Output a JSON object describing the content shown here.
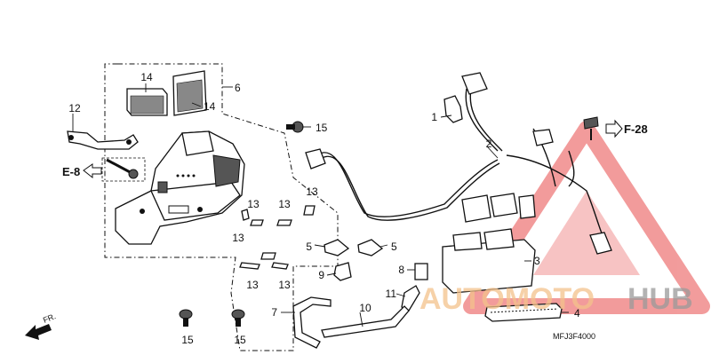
{
  "callouts": {
    "c1": "1",
    "c2": "2",
    "c3": "3",
    "c4": "4",
    "c5a": "5",
    "c5b": "5",
    "c6": "6",
    "c7": "7",
    "c8": "8",
    "c9": "9",
    "c10": "10",
    "c11": "11",
    "c12": "12",
    "c13a": "13",
    "c13b": "13",
    "c13c": "13",
    "c13d": "13",
    "c13e": "13",
    "c13f": "13",
    "c14a": "14",
    "c14b": "14",
    "c15a": "15",
    "c15b": "15",
    "c15c": "15"
  },
  "references": {
    "e8": "E-8",
    "f28": "F-28",
    "fr": "FR."
  },
  "diagram_code": "MFJ3F4000",
  "watermark": {
    "part1": "AUTOMOTO",
    "part2": "HUB",
    "color1": "#f4c28c",
    "color2": "#9a9a9a",
    "triangle_color": "#e84a4a"
  }
}
